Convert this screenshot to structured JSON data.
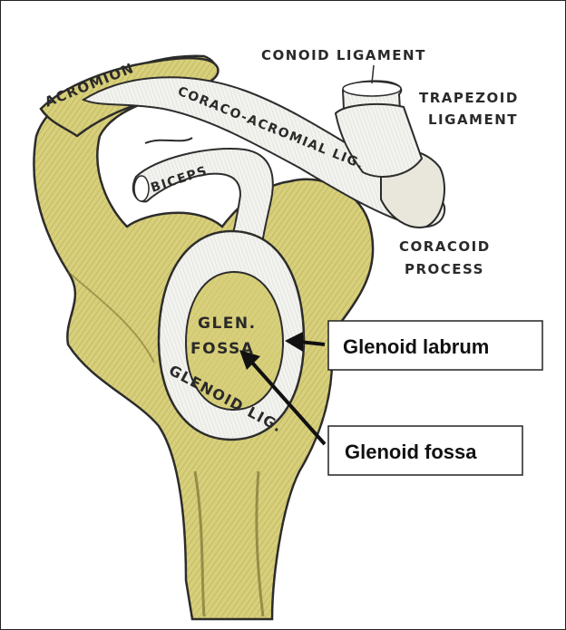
{
  "figure": {
    "engraving_labels": {
      "acromion": "ACROMION",
      "conoid_ligament": "CONOID LIGAMENT",
      "trapezoid_line1": "TRAPEZOID",
      "trapezoid_line2": "LIGAMENT",
      "coraco_acromial": "CORACO-ACROMIAL LIG.",
      "biceps": "BICEPS",
      "coracoid_line1": "CORACOID",
      "coracoid_line2": "PROCESS",
      "glen_line1": "GLEN.",
      "glen_line2": "FOSSA",
      "glenoid_lig": "GLENOID LIG."
    },
    "callouts": {
      "glenoid_labrum": "Glenoid labrum",
      "glenoid_fossa": "Glenoid fossa"
    },
    "colors": {
      "bone": "#d8cf7a",
      "bone_shadow": "#8f8634",
      "ligament": "#f2f2ee",
      "outline": "#2b2b2b"
    }
  }
}
